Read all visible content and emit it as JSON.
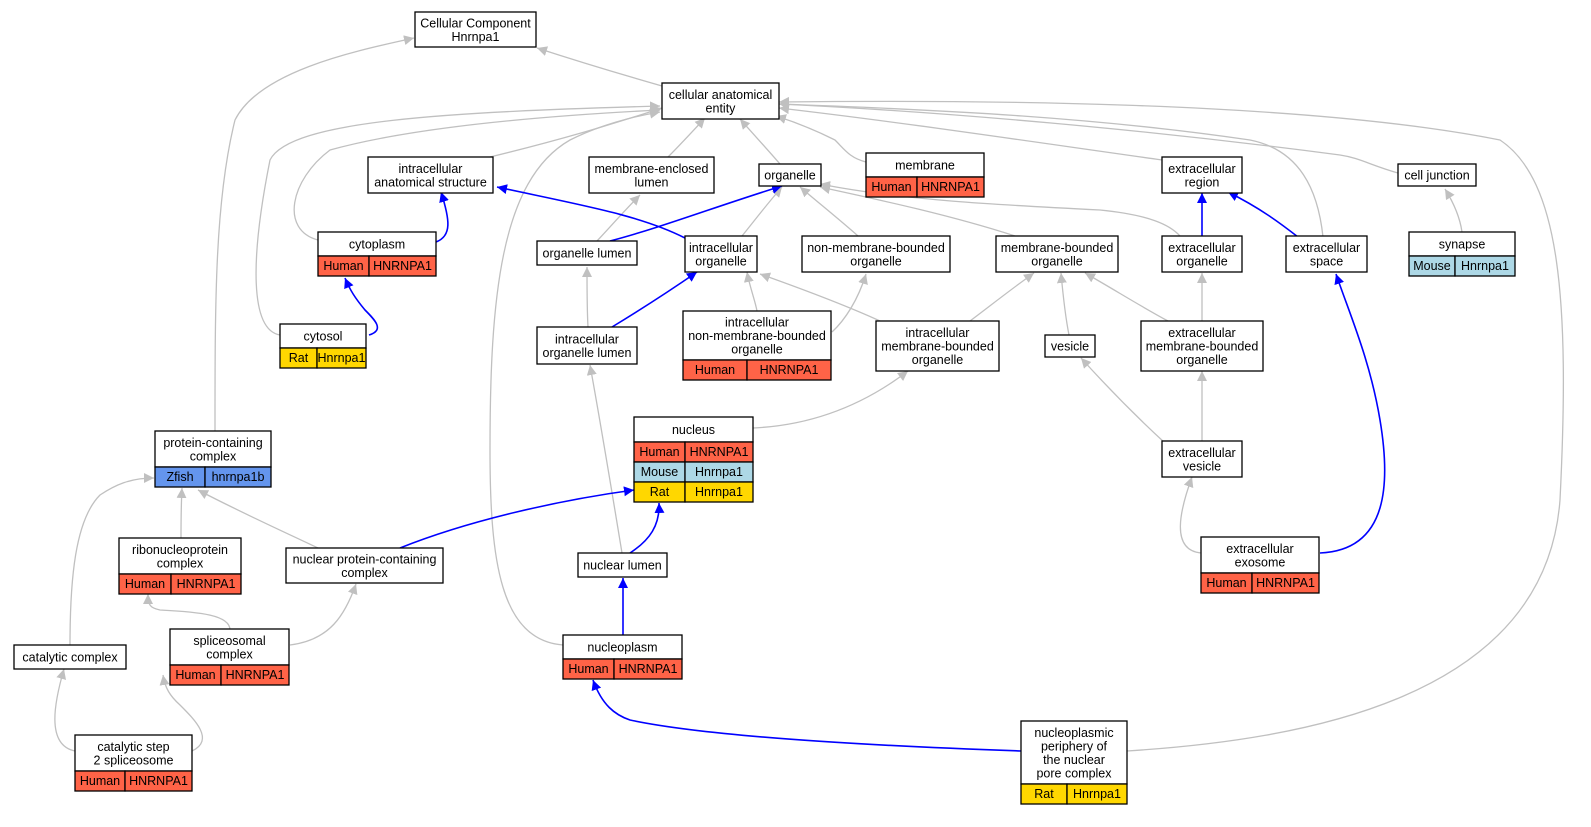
{
  "colors": {
    "human": "#ff6347",
    "mouse": "#add8e6",
    "rat": "#ffd700",
    "zfish": "#6495ed",
    "part_of_edge": "#0000ff",
    "is_a_edge": "#c0c0c0"
  },
  "nodes": {
    "root": {
      "lines": [
        "Cellular Component",
        "Hnrnpa1"
      ],
      "rows": []
    },
    "entity": {
      "lines": [
        "cellular anatomical",
        "entity"
      ],
      "rows": []
    },
    "intracellular_structure": {
      "lines": [
        "intracellular",
        "anatomical structure"
      ],
      "rows": []
    },
    "membrane_enclosed_lumen": {
      "lines": [
        "membrane-enclosed",
        "lumen"
      ],
      "rows": []
    },
    "organelle": {
      "lines": [
        "organelle"
      ],
      "rows": []
    },
    "membrane": {
      "lines": [
        "membrane"
      ],
      "rows": [
        {
          "species": "Human",
          "gene": "HNRNPA1"
        }
      ]
    },
    "extracellular_region": {
      "lines": [
        "extracellular",
        "region"
      ],
      "rows": []
    },
    "cell_junction": {
      "lines": [
        "cell junction"
      ],
      "rows": []
    },
    "cytoplasm": {
      "lines": [
        "cytoplasm"
      ],
      "rows": [
        {
          "species": "Human",
          "gene": "HNRNPA1"
        }
      ]
    },
    "organelle_lumen": {
      "lines": [
        "organelle lumen"
      ],
      "rows": []
    },
    "intracellular_organelle": {
      "lines": [
        "intracellular",
        "organelle"
      ],
      "rows": []
    },
    "non_membrane_bounded_organelle": {
      "lines": [
        "non-membrane-bounded",
        "organelle"
      ],
      "rows": []
    },
    "membrane_bounded_organelle": {
      "lines": [
        "membrane-bounded",
        "organelle"
      ],
      "rows": []
    },
    "extracellular_organelle": {
      "lines": [
        "extracellular",
        "organelle"
      ],
      "rows": []
    },
    "extracellular_space": {
      "lines": [
        "extracellular",
        "space"
      ],
      "rows": []
    },
    "synapse": {
      "lines": [
        "synapse"
      ],
      "rows": [
        {
          "species": "Mouse",
          "gene": "Hnrnpa1"
        }
      ]
    },
    "cytosol": {
      "lines": [
        "cytosol"
      ],
      "rows": [
        {
          "species": "Rat",
          "gene": "Hnrnpa1"
        }
      ]
    },
    "intracellular_organelle_lumen": {
      "lines": [
        "intracellular",
        "organelle lumen"
      ],
      "rows": []
    },
    "intracellular_non_membrane_bounded_organelle": {
      "lines": [
        "intracellular",
        "non-membrane-bounded",
        "organelle"
      ],
      "rows": [
        {
          "species": "Human",
          "gene": "HNRNPA1"
        }
      ]
    },
    "intracellular_membrane_bounded_organelle": {
      "lines": [
        "intracellular",
        "membrane-bounded",
        "organelle"
      ],
      "rows": []
    },
    "vesicle": {
      "lines": [
        "vesicle"
      ],
      "rows": []
    },
    "extracellular_membrane_bounded_organelle": {
      "lines": [
        "extracellular",
        "membrane-bounded",
        "organelle"
      ],
      "rows": []
    },
    "nucleus": {
      "lines": [
        "nucleus"
      ],
      "rows": [
        {
          "species": "Human",
          "gene": "HNRNPA1"
        },
        {
          "species": "Mouse",
          "gene": "Hnrnpa1"
        },
        {
          "species": "Rat",
          "gene": "Hnrnpa1"
        }
      ]
    },
    "protein_containing_complex": {
      "lines": [
        "protein-containing",
        "complex"
      ],
      "rows": [
        {
          "species": "Zfish",
          "gene": "hnrnpa1b"
        }
      ]
    },
    "extracellular_vesicle": {
      "lines": [
        "extracellular",
        "vesicle"
      ],
      "rows": []
    },
    "ribonucleoprotein_complex": {
      "lines": [
        "ribonucleoprotein",
        "complex"
      ],
      "rows": [
        {
          "species": "Human",
          "gene": "HNRNPA1"
        }
      ]
    },
    "nuclear_protein_containing_complex": {
      "lines": [
        "nuclear protein-containing",
        "complex"
      ],
      "rows": []
    },
    "nuclear_lumen": {
      "lines": [
        "nuclear lumen"
      ],
      "rows": []
    },
    "extracellular_exosome": {
      "lines": [
        "extracellular",
        "exosome"
      ],
      "rows": [
        {
          "species": "Human",
          "gene": "HNRNPA1"
        }
      ]
    },
    "catalytic_complex": {
      "lines": [
        "catalytic complex"
      ],
      "rows": []
    },
    "spliceosomal_complex": {
      "lines": [
        "spliceosomal",
        "complex"
      ],
      "rows": [
        {
          "species": "Human",
          "gene": "HNRNPA1"
        }
      ]
    },
    "nucleoplasm": {
      "lines": [
        "nucleoplasm"
      ],
      "rows": [
        {
          "species": "Human",
          "gene": "HNRNPA1"
        }
      ]
    },
    "catalytic_step_2_spliceosome": {
      "lines": [
        "catalytic step",
        "2 spliceosome"
      ],
      "rows": [
        {
          "species": "Human",
          "gene": "HNRNPA1"
        }
      ]
    },
    "nucleoplasmic_periphery": {
      "lines": [
        "nucleoplasmic",
        "periphery of",
        "the nuclear",
        "pore complex"
      ],
      "rows": [
        {
          "species": "Rat",
          "gene": "Hnrnpa1"
        }
      ]
    }
  }
}
